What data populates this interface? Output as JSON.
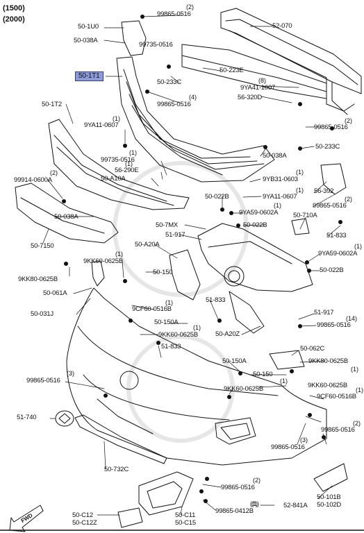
{
  "header": {
    "line1": "(1500)",
    "line2": "(2000)"
  },
  "parts": {
    "p9986505_a": "99865-0516",
    "p9986505_a_q": "(2)",
    "p501u0": "50-1U0",
    "p52070": "52-070",
    "p50038a_top": "50-038A",
    "p99735_top": "99735-0516",
    "p501t1": "50-1T1",
    "p50223e": "50-223E",
    "p50233c_a": "50-233C",
    "p9986505_b": "99865-0516",
    "p9986505_b_q": "(4)",
    "p9ya41": "9YA41-1007",
    "p9ya41_q": "(8)",
    "p56320d": "56-320D",
    "p501t2": "50-1T2",
    "p9ya11_a": "9YA11-0607",
    "p9ya11_a_q": "(1)",
    "p9986505_c": "99865-0516",
    "p9986505_c_q": "(2)",
    "p50233c_b": "50-233C",
    "p50038a_b": "50-038A",
    "p99735_b": "99735-0516",
    "p99735_b_q": "(1)",
    "p56290e": "56-290E",
    "p56290e_q": "(1)",
    "p50a10a": "50-A10A",
    "p9yb31": "9YB31-0603",
    "p9yb31_q": "(1)",
    "p9ya11_b": "9YA11-0607",
    "p9ya11_b_q": "(1)",
    "p56392": "56-392",
    "p9986505_d": "99865-0516",
    "p9986505_d_q": "(2)",
    "p99914": "99914-0600A",
    "p99914_q": "(2)",
    "p50038a_c": "50-038A",
    "p50022b_a": "50-022B",
    "p9ya59_a": "9YA59-0602A",
    "p9ya59_a_q": "(1)",
    "p50710a": "50-710A",
    "p51833_a": "51-833",
    "p507150": "50-7150",
    "p507mx": "50-7MX",
    "p50022b_b": "50-022B",
    "p51917_a": "51-917",
    "p50a20a": "50-A20A",
    "p9ya59_b": "9YA59-0602A",
    "p9ya59_b_q": "(1)",
    "p9kk60_a": "9KK60-0625B",
    "p9kk60_a_q": "(1)",
    "p50022b_c": "50-022B",
    "p9kk80_a": "9KK80-0625B",
    "p50150_a": "50-150",
    "p50061a": "50-061A",
    "p51833_b": "51-833",
    "p9cf60_a": "9CF60-0516B",
    "p9cf60_a_q": "(1)",
    "p51917_b": "51-917",
    "p9986505_e": "99865-0516",
    "p9986505_e_q": "(14)",
    "p50031j": "50-031J",
    "p50150a_a": "50-150A",
    "p9kk60_b": "9KK60-0625B",
    "p9kk60_b_q": "(1)",
    "p50a20z": "50-A20Z",
    "p51833_c": "51-833",
    "p50062c": "50-062C",
    "p9kk80_b": "9KK80-0625B",
    "p50150a_b": "50-150A",
    "p50150_b": "50-150",
    "p9kk60_c": "9KK60-0625B",
    "p9kk60_c_q": "(1)",
    "p9kk60_d": "9KK60-0625B",
    "p9kk60_d_q": "(1)",
    "p9cf60_b": "9CF60-0516B",
    "p9cf60_b_q": "(1)",
    "p9986505_f": "99865-0516",
    "p9986505_f_q": "(3)",
    "p51740": "51-740",
    "p9986505_g": "99865-0516",
    "p9986505_g_q": "(2)",
    "p9986505_h": "99865-0516",
    "p9986505_h_q": "(3)",
    "p50732c": "50-732C",
    "p9986505_i": "99865-0516",
    "p9986505_i_q": "(2)",
    "p50101b": "50-101B",
    "p50102d": "50-102D",
    "p9986504": "99865-0412B",
    "p9986504_q": "(1)",
    "p52841a": "52-841A",
    "p52841a_q": "(1)",
    "p50c12": "50-C12",
    "p50c12z": "50-C12Z",
    "p50c11": "50-C11",
    "p50c15": "50-C15",
    "fwd": "FWD"
  }
}
